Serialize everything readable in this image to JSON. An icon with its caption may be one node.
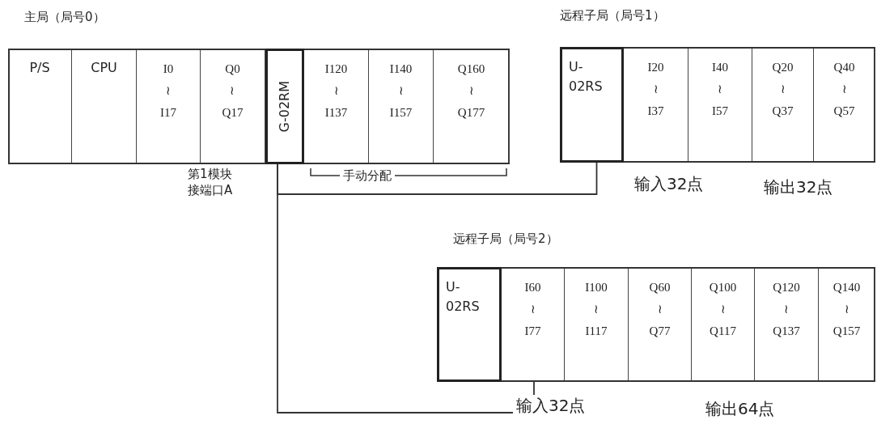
{
  "diagram": {
    "nodes": [
      {
        "text": [
          "主局（局号0）"
        ]
      },
      {
        "text": [
          "P/S"
        ],
        "in": 0
      },
      {
        "text": [
          "CPU"
        ],
        "in": 0
      },
      {
        "text": [
          "I0 ≀ I17"
        ],
        "in": 0
      },
      {
        "text": [
          "Q0 ≀ Q17"
        ],
        "in": 0
      },
      {
        "text": [
          "G-02RM"
        ],
        "in": 0
      },
      {
        "text": [
          "I120 ≀ I137"
        ],
        "in": 0
      },
      {
        "text": [
          "I140 ≀ I157"
        ],
        "in": 0
      },
      {
        "text": [
          "Q160 ≀ Q177"
        ],
        "in": 0
      },
      {
        "text": [
          "远程子局（局号1）"
        ]
      },
      {
        "text": [
          "U- 02RS"
        ],
        "in": 9
      },
      {
        "text": [
          "I20 ≀ I37"
        ],
        "in": 9
      },
      {
        "text": [
          "I40 ≀ I57"
        ],
        "in": 9
      },
      {
        "text": [
          "Q20 ≀ Q37"
        ],
        "in": 9
      },
      {
        "text": [
          "Q40 ≀ Q57"
        ],
        "in": 9
      },
      {
        "text": [
          "远程子局（局号2）"
        ]
      },
      {
        "text": [
          "U- 02RS"
        ],
        "in": 15
      },
      {
        "text": [
          "I60 ≀ I77"
        ],
        "in": 15
      },
      {
        "text": [
          "I100 ≀ I117"
        ],
        "in": 15
      },
      {
        "text": [
          "Q60 ≀ Q77"
        ],
        "in": 15
      },
      {
        "text": [
          "Q100 ≀ Q117"
        ],
        "in": 15
      },
      {
        "text": [
          "Q120 ≀ Q137"
        ],
        "in": 15
      },
      {
        "text": [
          "Q140 ≀ Q157"
        ],
        "in": 15
      }
    ],
    "edges": [
      {
        "from": 5,
        "to": 10,
        "arrow": "none"
      },
      {
        "from": 5,
        "to": 17,
        "arrow": "none"
      }
    ],
    "labels": [
      "第1模块接端口A",
      "手动分配",
      "输入32点",
      "输出32点",
      "输入32点",
      "输出64点"
    ]
  }
}
